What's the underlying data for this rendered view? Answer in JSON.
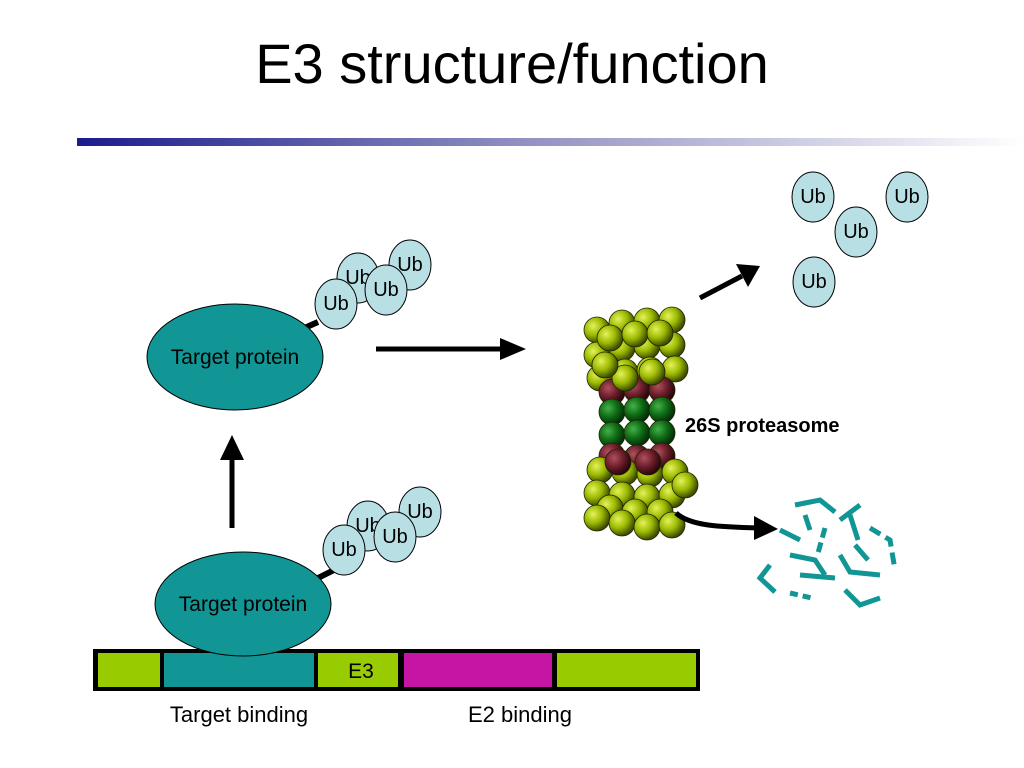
{
  "title": "E3 structure/function",
  "colors": {
    "target_protein": "#129595",
    "ubiquitin_fill": "#b7dfe4",
    "e3_bar_green": "#99cc00",
    "e3_bar_teal": "#129595",
    "e3_bar_magenta": "#c614a4",
    "proteasome_outer": "#99bb00",
    "proteasome_middle": "#6b1d2a",
    "proteasome_core": "#0e6b14",
    "title_rule_start": "#1b1c8c",
    "fragments": "#129595"
  },
  "labels": {
    "target_protein_top": "Target protein",
    "target_protein_bottom": "Target protein",
    "ubiquitin": "Ub",
    "proteasome": "26S proteasome",
    "e3_domain": "E3",
    "target_binding": "Target binding",
    "e2_binding": "E2 binding"
  }
}
